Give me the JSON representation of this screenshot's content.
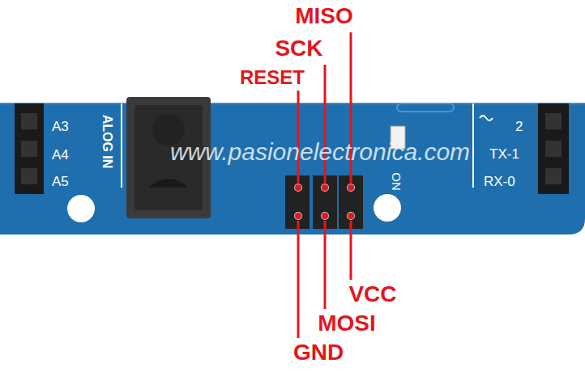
{
  "diagram": {
    "labels": [
      "MISO",
      "SCK",
      "RESET",
      "A3",
      "A4",
      "A5",
      "ALOG IN",
      "www.pasionelectronica.com",
      "ON",
      "2",
      "TX-1",
      "RX-0",
      "VCC",
      "MOSI",
      "GND"
    ]
  }
}
